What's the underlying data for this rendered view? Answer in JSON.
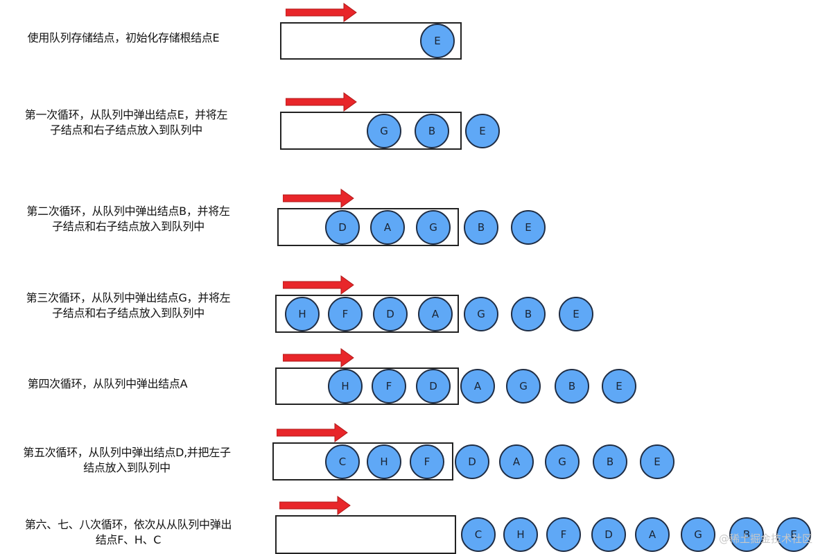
{
  "colors": {
    "node_fill": "#5fa8f6",
    "node_border": "#1f2d44",
    "arrow": "#e8262a",
    "box_border": "#222222"
  },
  "steps": [
    {
      "caption": "使用队列存储结点，初始化存储根结点E",
      "queue": [
        "E"
      ],
      "popped": []
    },
    {
      "caption": "第一次循环，从队列中弹出结点E，并将左\n子结点和右子结点放入到队列中",
      "queue": [
        "G",
        "B"
      ],
      "popped": [
        "E"
      ]
    },
    {
      "caption": "第二次循环，从队列中弹出结点B，并将左\n子结点和右子结点放入到队列中",
      "queue": [
        "D",
        "A",
        "G"
      ],
      "popped": [
        "B",
        "E"
      ]
    },
    {
      "caption": "第三次循环，从队列中弹出结点G，并将左\n子结点和右子结点放入到队列中",
      "queue": [
        "H",
        "F",
        "D",
        "A"
      ],
      "popped": [
        "G",
        "B",
        "E"
      ]
    },
    {
      "caption": "第四次循环，从队列中弹出结点A",
      "queue": [
        "H",
        "F",
        "D"
      ],
      "popped": [
        "A",
        "G",
        "B",
        "E"
      ]
    },
    {
      "caption": "第五次循环，从队列中弹出结点D,并把左子\n结点放入到队列中",
      "queue": [
        "C",
        "H",
        "F"
      ],
      "popped": [
        "D",
        "A",
        "G",
        "B",
        "E"
      ]
    },
    {
      "caption": "第六、七、八次循环，依次从从队列中弹出\n结点F、H、C",
      "queue": [],
      "popped": [
        "C",
        "H",
        "F",
        "D",
        "A",
        "G",
        "B",
        "E"
      ]
    }
  ],
  "watermark": "@稀土掘金技术社区"
}
